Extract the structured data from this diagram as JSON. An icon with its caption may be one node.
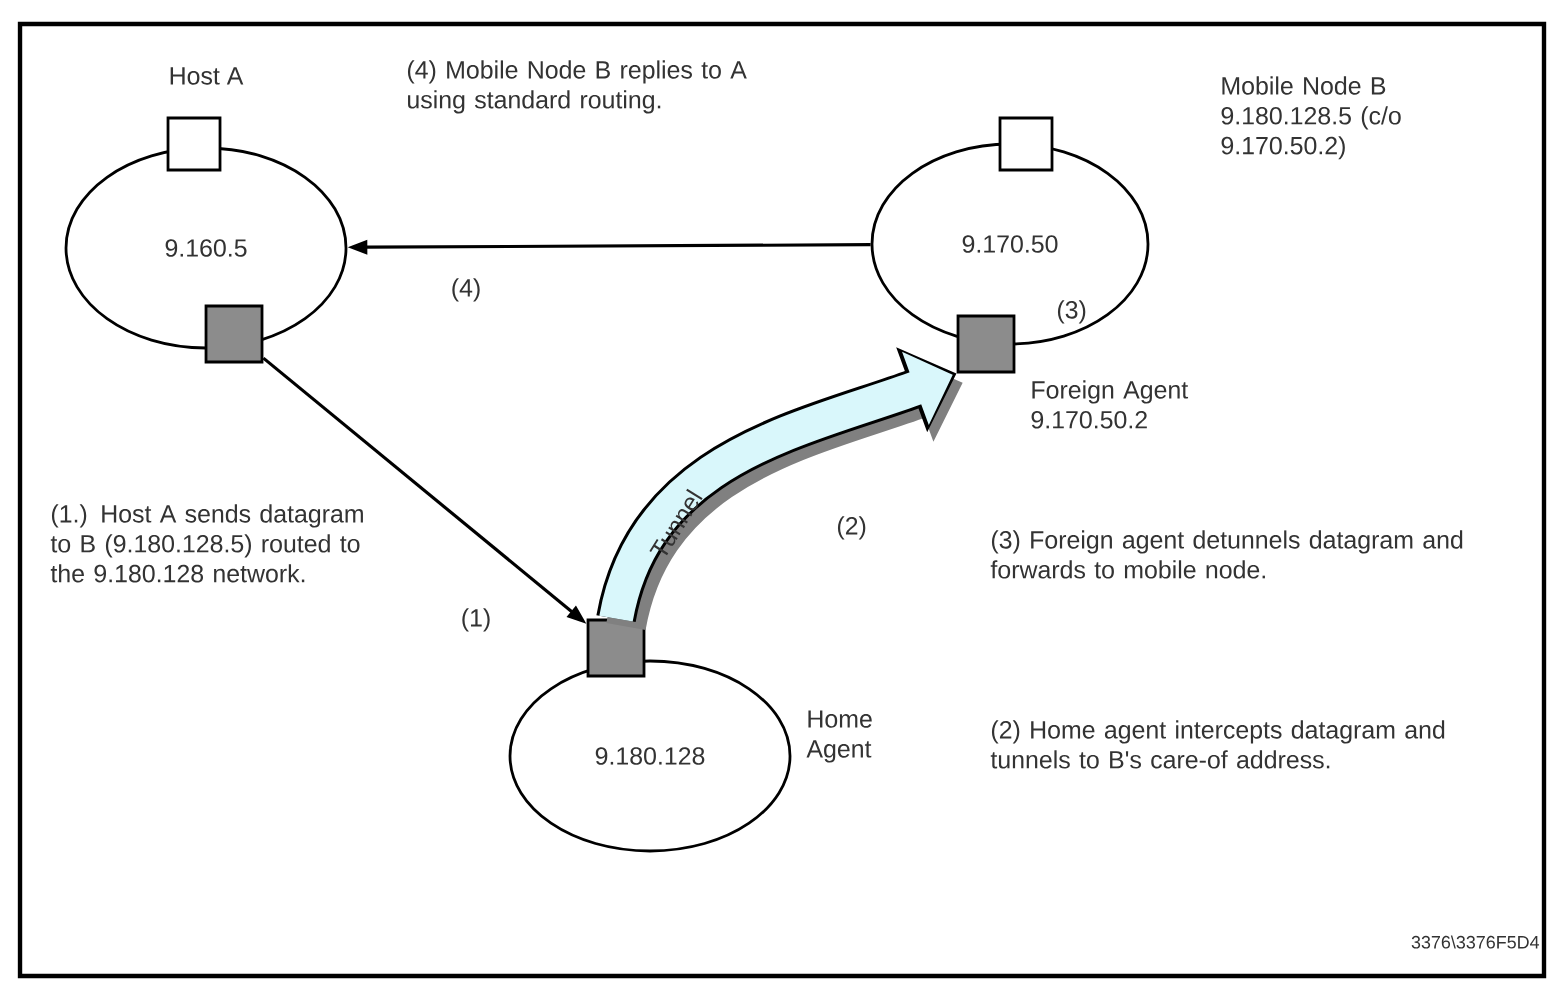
{
  "diagram": {
    "nodes": [
      {
        "text": [
          "9.160.5"
        ]
      },
      {
        "text": [],
        "shape": "box",
        "beside": [
          "Host A"
        ]
      },
      {
        "text": [],
        "shape": "box"
      },
      {
        "text": [
          "9.170.50"
        ]
      },
      {
        "text": [],
        "shape": "box"
      },
      {
        "text": [],
        "shape": "box",
        "beside": [
          "Foreign Agent 9.170.50.2"
        ]
      },
      {
        "text": [
          "9.180.128"
        ],
        "beside": [
          "Home Agent"
        ]
      },
      {
        "text": [],
        "shape": "box"
      }
    ],
    "edges": [
      {
        "from": 3,
        "to": 0,
        "arrow": "to",
        "label": "(4)"
      },
      {
        "from": 2,
        "to": 7,
        "arrow": "to",
        "label": "(1)"
      },
      {
        "from": 7,
        "to": 5,
        "arrow": "to",
        "label": "Tunnel",
        "style": "thick",
        "color": "#d9f7fb"
      }
    ],
    "labels": [
      "(4) Mobile Node B replies to A using standard routing.",
      "Mobile Node B 9.180.128.5 (c/o 9.170.50.2)",
      "(3)",
      "(2)",
      "(1.) Host A sends datagram to B (9.180.128.5) routed to the 9.180.128 network.",
      "(3) Foreign agent detunnels datagram and forwards to mobile node.",
      "(2) Home agent intercepts datagram and tunnels to B's care-of address.",
      "3376\\3376F5D4"
    ]
  }
}
